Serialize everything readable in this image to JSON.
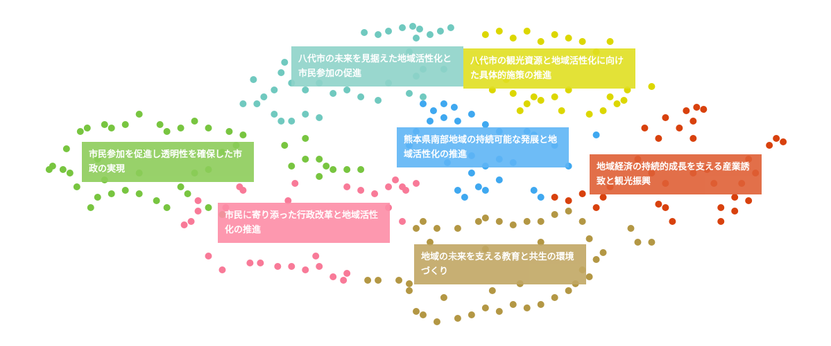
{
  "chart_data": {
    "type": "scatter",
    "title": "",
    "xlabel": "",
    "ylabel": "",
    "xlim": [
      -60,
      60
    ],
    "ylim": [
      -25,
      25
    ],
    "grid": false,
    "legend": "none (labels placed on clusters)",
    "series": [
      {
        "name": "八代市の未来を見据えた地域活性化と市民参加の促進",
        "color": "#70c9bf",
        "points": [
          [
            -7.4,
            20.3
          ],
          [
            -5.4,
            20
          ],
          [
            -3.9,
            20.5
          ],
          [
            -1.9,
            21
          ],
          [
            -0.4,
            21.2
          ],
          [
            0.6,
            20.8
          ],
          [
            2.1,
            20
          ],
          [
            3.6,
            20.5
          ],
          [
            5.1,
            21
          ],
          [
            0.1,
            19.5
          ],
          [
            -0.9,
            17.5
          ],
          [
            1.1,
            15
          ],
          [
            0.1,
            14
          ],
          [
            4.1,
            15
          ],
          [
            -3.9,
            13
          ],
          [
            -5.4,
            10.5
          ],
          [
            -7.9,
            11
          ],
          [
            -9.9,
            12
          ],
          [
            -11.9,
            11.5
          ],
          [
            -13.9,
            13
          ],
          [
            -15.9,
            12
          ],
          [
            -17.9,
            13
          ],
          [
            -19.4,
            14.5
          ],
          [
            -18.9,
            16
          ],
          [
            -20.4,
            12
          ],
          [
            -21.9,
            11
          ],
          [
            -22.9,
            10
          ],
          [
            -24.9,
            10
          ],
          [
            -20.4,
            8.5
          ],
          [
            -19.4,
            7.5
          ],
          [
            -17.9,
            7.5
          ],
          [
            -15.9,
            8.5
          ],
          [
            -13.9,
            8
          ],
          [
            1.1,
            11
          ],
          [
            -0.9,
            11.5
          ],
          [
            -23.4,
            13.5
          ]
        ]
      },
      {
        "name": "八代市の観光資源と地域活性化に向けた具体的施策の推進",
        "color": "#dcd700",
        "points": [
          [
            10.1,
            20
          ],
          [
            12.1,
            20.5
          ],
          [
            14.1,
            19.5
          ],
          [
            16.1,
            20.5
          ],
          [
            18.1,
            19
          ],
          [
            20.1,
            20
          ],
          [
            22.1,
            19.5
          ],
          [
            24.1,
            19
          ],
          [
            28.1,
            19
          ],
          [
            26.1,
            17.5
          ],
          [
            11.1,
            12
          ],
          [
            14.1,
            11.5
          ],
          [
            16.1,
            10
          ],
          [
            15.1,
            9
          ],
          [
            18.1,
            10.5
          ],
          [
            20.1,
            11
          ],
          [
            22.1,
            12
          ],
          [
            25.1,
            8.5
          ],
          [
            28.1,
            11
          ],
          [
            29.1,
            10
          ],
          [
            30.1,
            10.5
          ],
          [
            34.1,
            12.5
          ],
          [
            30.6,
            12
          ],
          [
            13.1,
            13.5
          ],
          [
            9.1,
            16
          ],
          [
            27.1,
            9
          ],
          [
            21.1,
            9
          ],
          [
            17.1,
            11
          ]
        ]
      },
      {
        "name": "市民参加を促進し透明性を確保した市政の実現",
        "color": "#78c540",
        "points": [
          [
            -52.4,
            1
          ],
          [
            -52.9,
            0.5
          ],
          [
            -50.9,
            0.5
          ],
          [
            -49.9,
            0
          ],
          [
            -50.4,
            3.5
          ],
          [
            -48.4,
            6
          ],
          [
            -47.4,
            6.5
          ],
          [
            -44.9,
            7
          ],
          [
            -43.9,
            6.5
          ],
          [
            -41.9,
            7
          ],
          [
            -39.9,
            8.5
          ],
          [
            -36.9,
            7
          ],
          [
            -35.9,
            6
          ],
          [
            -33.9,
            6.5
          ],
          [
            -31.9,
            7.5
          ],
          [
            -29.9,
            6.5
          ],
          [
            -26.9,
            6
          ],
          [
            -24.9,
            5.5
          ],
          [
            -25.9,
            4
          ],
          [
            -27.9,
            3
          ],
          [
            -29.9,
            0.5
          ],
          [
            -31.9,
            0
          ],
          [
            -33.9,
            -2
          ],
          [
            -32.9,
            -3
          ],
          [
            -35.9,
            -5
          ],
          [
            -37.4,
            -4
          ],
          [
            -39.9,
            -3
          ],
          [
            -41.9,
            -2.5
          ],
          [
            -43.9,
            -3
          ],
          [
            -45.9,
            -3.5
          ],
          [
            -46.9,
            -5
          ],
          [
            -48.9,
            -2
          ],
          [
            -44.9,
            -1
          ],
          [
            -39.9,
            0
          ],
          [
            -39.4,
            3
          ],
          [
            -45.9,
            2
          ],
          [
            -18.9,
            4
          ],
          [
            -15.9,
            2
          ],
          [
            -13.9,
            2
          ],
          [
            -12.9,
            1
          ],
          [
            -11.9,
            0.5
          ],
          [
            -13.9,
            -0.5
          ],
          [
            -15.9,
            5
          ],
          [
            -17.9,
            1
          ],
          [
            -9.9,
            0.5
          ],
          [
            -7.9,
            0.5
          ],
          [
            -29.9,
            -5
          ],
          [
            -27.9,
            -6
          ]
        ]
      },
      {
        "name": "熊本県南部地域の持続可能な発展と地域活性化の推進",
        "color": "#3fa8f0",
        "points": [
          [
            1.1,
            10
          ],
          [
            2.6,
            9
          ],
          [
            4.1,
            10
          ],
          [
            5.6,
            9.5
          ],
          [
            2.1,
            7.5
          ],
          [
            4.1,
            8
          ],
          [
            6.1,
            7.5
          ],
          [
            8.1,
            8.5
          ],
          [
            10.1,
            7
          ],
          [
            12.1,
            6
          ],
          [
            0.1,
            6
          ],
          [
            -0.9,
            4
          ],
          [
            12.1,
            2
          ],
          [
            14.1,
            1.5
          ],
          [
            10.1,
            1
          ],
          [
            8.1,
            0
          ],
          [
            9.1,
            -2
          ],
          [
            6.1,
            -2.5
          ],
          [
            7.1,
            -3.5
          ],
          [
            10.1,
            -2.5
          ],
          [
            12.1,
            -1
          ],
          [
            17.1,
            -2.5
          ],
          [
            18.1,
            -3.5
          ],
          [
            20.1,
            4
          ],
          [
            17.1,
            5.5
          ],
          [
            16.1,
            6
          ],
          [
            8.1,
            2.5
          ],
          [
            4.6,
            1.5
          ],
          [
            26.1,
            5.5
          ],
          [
            22.1,
            1
          ]
        ]
      },
      {
        "name": "地域経済の持続的成長を支える産業誘致と観光振興",
        "color": "#d8410d",
        "points": [
          [
            39.1,
            9
          ],
          [
            40.6,
            9.5
          ],
          [
            41.6,
            9.2
          ],
          [
            40.1,
            7.5
          ],
          [
            38.1,
            6.5
          ],
          [
            36.1,
            8
          ],
          [
            33.1,
            6.5
          ],
          [
            35.1,
            5
          ],
          [
            52.1,
            5
          ],
          [
            53.1,
            4.5
          ],
          [
            51.1,
            4
          ],
          [
            48.1,
            2
          ],
          [
            49.1,
            0
          ],
          [
            47.1,
            -1.5
          ],
          [
            46.1,
            -3.5
          ],
          [
            44.1,
            -5
          ],
          [
            46.1,
            -5.5
          ],
          [
            48.1,
            -4
          ],
          [
            43.1,
            -1.5
          ],
          [
            40.1,
            0
          ],
          [
            36.1,
            -1.5
          ],
          [
            34.1,
            0
          ],
          [
            32.1,
            2
          ],
          [
            28.1,
            -2
          ],
          [
            27.1,
            -3.5
          ],
          [
            26.1,
            -5
          ],
          [
            24.1,
            -3
          ],
          [
            22.1,
            -4
          ],
          [
            20.1,
            -3.5
          ],
          [
            36.1,
            -5
          ],
          [
            37.1,
            -7
          ],
          [
            35.1,
            -4.5
          ],
          [
            44.1,
            -7
          ],
          [
            42.1,
            0.5
          ],
          [
            30.1,
            -1
          ],
          [
            40.1,
            5
          ]
        ]
      },
      {
        "name": "市民に寄り添った行政改革と地域活性化の推進",
        "color": "#f87a98",
        "points": [
          [
            -25.4,
            -2
          ],
          [
            -24.9,
            -2.5
          ],
          [
            -33.4,
            -7.5
          ],
          [
            -31.4,
            -4
          ],
          [
            -31.4,
            -5.5
          ],
          [
            -32.4,
            -7
          ],
          [
            -27.4,
            -5
          ],
          [
            -24.4,
            -6
          ],
          [
            -18.4,
            -4
          ],
          [
            -17.4,
            -1.5
          ],
          [
            -9.9,
            -2
          ],
          [
            -7.9,
            -2.5
          ],
          [
            -5.9,
            -3
          ],
          [
            -3.9,
            -2
          ],
          [
            -1.9,
            -2
          ],
          [
            -2.9,
            -1
          ],
          [
            -1.4,
            -2.5
          ],
          [
            0.1,
            -1.5
          ],
          [
            -23.9,
            -13
          ],
          [
            -22.4,
            -13
          ],
          [
            -19.9,
            -13.5
          ],
          [
            -17.9,
            -13.5
          ],
          [
            -15.9,
            -14
          ],
          [
            -13.9,
            -13.5
          ],
          [
            -11.9,
            -15
          ],
          [
            -10.4,
            -15.5
          ],
          [
            -14.4,
            -12
          ],
          [
            -9.9,
            -14.5
          ],
          [
            -27.9,
            -14
          ],
          [
            -29.9,
            -12
          ],
          [
            -3.9,
            -5
          ],
          [
            -5.9,
            -6
          ],
          [
            -1.9,
            -7
          ]
        ]
      },
      {
        "name": "地域の未来を支える教育と共生の環境づくり",
        "color": "#b39744",
        "points": [
          [
            -6.9,
            -15.5
          ],
          [
            -5.4,
            -15.5
          ],
          [
            -2.4,
            -15.5
          ],
          [
            -0.9,
            -16
          ],
          [
            0.1,
            -8
          ],
          [
            1.1,
            -7
          ],
          [
            3.1,
            -8
          ],
          [
            6.1,
            -8
          ],
          [
            9.1,
            -7
          ],
          [
            10.1,
            -6.5
          ],
          [
            12.1,
            -7
          ],
          [
            14.1,
            -7.5
          ],
          [
            16.1,
            -7
          ],
          [
            18.1,
            -7
          ],
          [
            20.1,
            -6
          ],
          [
            22.1,
            -5.5
          ],
          [
            24.1,
            -7
          ],
          [
            25.1,
            -9.5
          ],
          [
            26.1,
            -12.5
          ],
          [
            24.1,
            -14
          ],
          [
            23.1,
            -16
          ],
          [
            22.1,
            -17
          ],
          [
            20.1,
            -18
          ],
          [
            18.1,
            -19
          ],
          [
            16.1,
            -19.5
          ],
          [
            14.1,
            -19
          ],
          [
            12.1,
            -20
          ],
          [
            10.1,
            -19.5
          ],
          [
            8.1,
            -20.5
          ],
          [
            6.1,
            -21
          ],
          [
            3.1,
            -21.5
          ],
          [
            1.1,
            -20.5
          ],
          [
            0.1,
            -20
          ],
          [
            -0.9,
            -17
          ],
          [
            4.1,
            -18
          ],
          [
            11.1,
            -17
          ],
          [
            15.1,
            -16
          ],
          [
            31.1,
            -8
          ],
          [
            32.1,
            -10
          ],
          [
            34.1,
            -10
          ],
          [
            18.1,
            -10
          ],
          [
            10.1,
            -11
          ],
          [
            5.1,
            -12
          ],
          [
            2.1,
            -10
          ],
          [
            25.1,
            -15
          ],
          [
            27.1,
            -11.5
          ]
        ]
      }
    ]
  }
}
